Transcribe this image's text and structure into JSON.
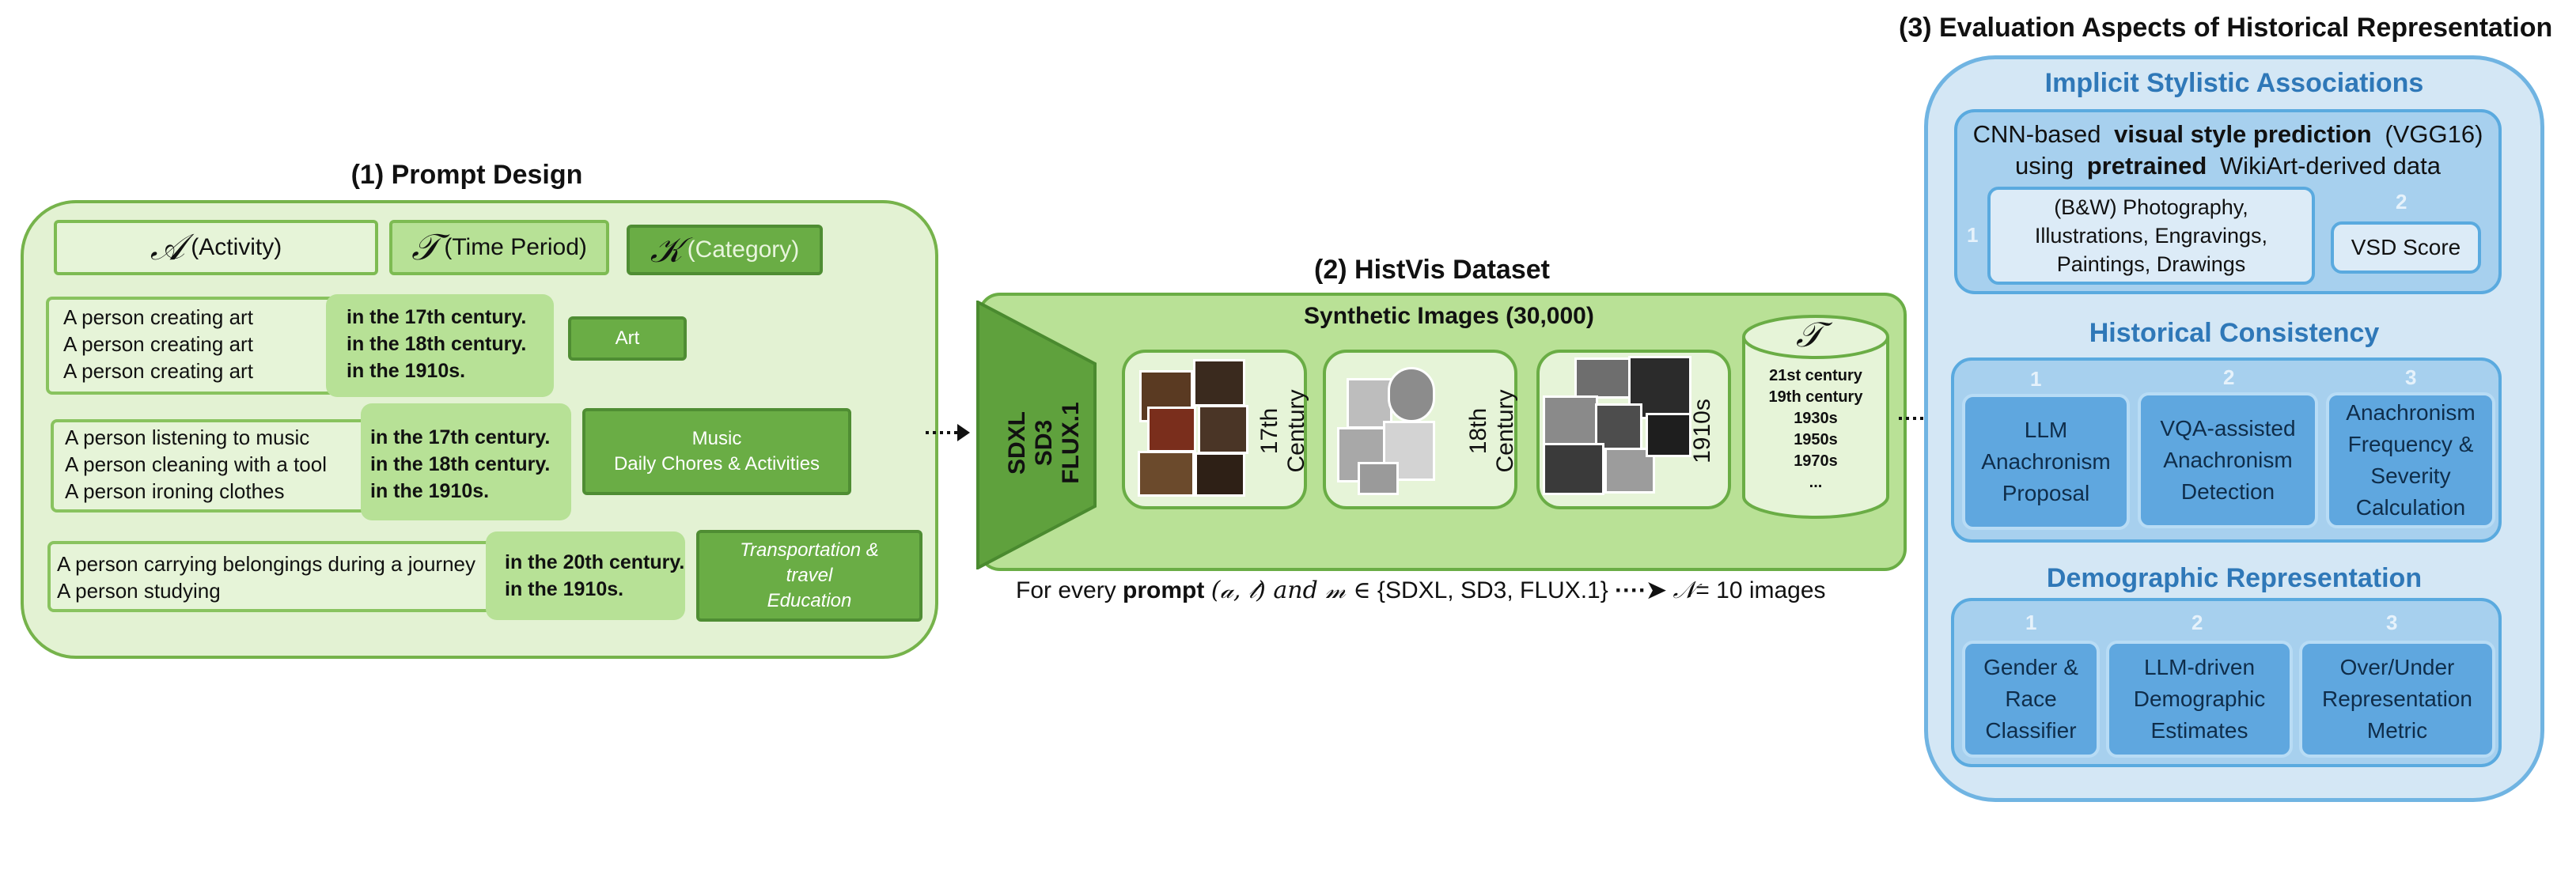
{
  "section1": {
    "title": "(1) Prompt Design",
    "header": {
      "activity_symbol": "𝒜",
      "activity_label": "(Activity)",
      "time_symbol": "𝒯",
      "time_label": "(Time Period)",
      "category_symbol": "𝒦",
      "category_label": "(Category)"
    },
    "groups": [
      {
        "prompts": [
          "A person creating art",
          "A person creating art",
          "A person creating art"
        ],
        "times": [
          "in the 17th century.",
          "in the 18th century.",
          "in the 1910s."
        ],
        "categories": [
          "Art"
        ]
      },
      {
        "prompts": [
          "A person listening to music",
          "A person cleaning with a tool",
          "A person ironing clothes"
        ],
        "times": [
          "in the 17th century.",
          "in the 18th century.",
          "in the 1910s."
        ],
        "categories": [
          "Music",
          "Daily Chores & Activities"
        ]
      },
      {
        "prompts": [
          "A person carrying belongings during a journey",
          "A person studying"
        ],
        "times": [
          "in the 20th century.",
          "in the 1910s."
        ],
        "categories": [
          "Transportation &",
          "travel",
          "Education"
        ]
      }
    ]
  },
  "section2": {
    "title": "(2) HistVis Dataset",
    "models": [
      "SDXL",
      "SD3",
      "FLUX.1"
    ],
    "synthetic_title": "Synthetic Images (30,000)",
    "cards": [
      "17th Century",
      "18th Century",
      "1910s"
    ],
    "time_symbol": "𝒯",
    "periods": [
      "21st century",
      "19th century",
      "1930s",
      "1950s",
      "1970s",
      "..."
    ],
    "caption": {
      "part1": "For every",
      "prompt_word": "prompt",
      "formula": "(𝒶, 𝓉) and 𝓂 ∈",
      "model_set": "{SDXL, SD3, FLUX.1}",
      "arrow": "····➤",
      "n_symbol": "𝒩",
      "count": "= 10 images"
    }
  },
  "section3": {
    "title": "(3) Evaluation Aspects of Historical Representation",
    "implicit": {
      "heading": "Implicit Stylistic Associations",
      "line1_a": "CNN-based ",
      "line1_b": "visual style prediction",
      "line1_c": " (VGG16)",
      "line2_a": "using ",
      "line2_b": "pretrained",
      "line2_c": " WikiArt-derived data",
      "item1_num": "1",
      "item1_lines": [
        "(B&W) Photography,",
        "Illustrations, Engravings,",
        "Paintings, Drawings"
      ],
      "item2_num": "2",
      "item2": "VSD Score"
    },
    "consistency": {
      "heading": "Historical Consistency",
      "items": [
        {
          "num": "1",
          "lines": [
            "LLM",
            "Anachronism",
            "Proposal"
          ]
        },
        {
          "num": "2",
          "lines": [
            "VQA-assisted",
            "Anachronism",
            "Detection"
          ]
        },
        {
          "num": "3",
          "lines": [
            "Anachronism",
            "Frequency &",
            "Severity",
            "Calculation"
          ]
        }
      ]
    },
    "demographic": {
      "heading": "Demographic Representation",
      "items": [
        {
          "num": "1",
          "lines": [
            "Gender &",
            "Race",
            "Classifier"
          ]
        },
        {
          "num": "2",
          "lines": [
            "LLM-driven",
            "Demographic",
            "Estimates"
          ]
        },
        {
          "num": "3",
          "lines": [
            "Over/Under",
            "Representation",
            "Metric"
          ]
        }
      ]
    }
  },
  "colors": {
    "green_light": "#e3f2d3",
    "green_mid": "#b9e196",
    "green_dark": "#6aad45",
    "blue_light": "#d4e7f5",
    "blue_mid": "#a7d0ee",
    "blue_dark": "#5fa7df",
    "blue_heading": "#2f78b8"
  }
}
